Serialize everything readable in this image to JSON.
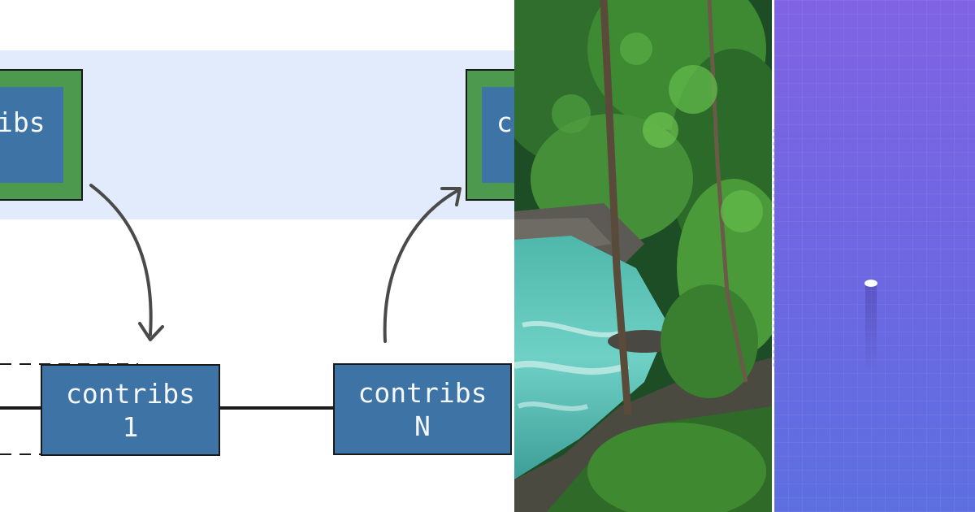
{
  "diagram": {
    "top_left_box_label": "ibs",
    "top_right_box_label": "c",
    "node_1_label": "contribs\n1",
    "node_n_label": "contribs\nN"
  },
  "colors": {
    "band": "#e1ebfb",
    "box_blue": "#3e73a6",
    "box_green": "#4d9a4f",
    "arrow": "#4a4a4a",
    "gradient_top": "#7f63e3",
    "gradient_bottom": "#5d6fe0"
  },
  "photo": {
    "subject": "forest-river-photo"
  }
}
